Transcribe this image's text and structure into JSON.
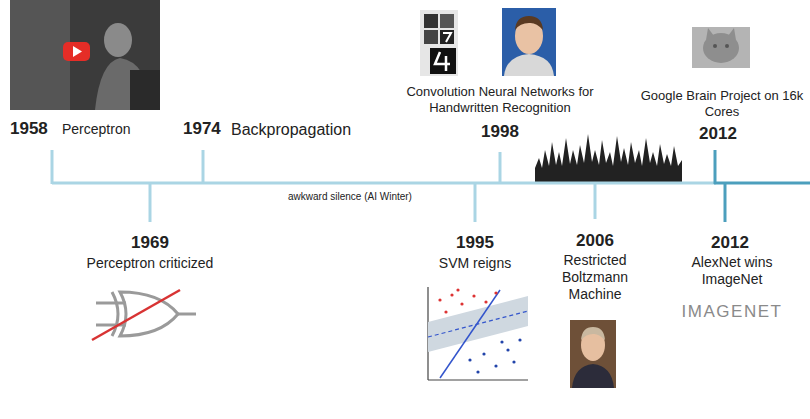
{
  "diagram": {
    "labels": [
      "1958",
      "Perceptron",
      "1974",
      "Backpropagation",
      "Convolution Neural Networks for Handwritten Recognition",
      "1998",
      "Google Brain Project on 16k Cores",
      "2012",
      "awkward silence (AI Winter)",
      "1969",
      "Perceptron criticized",
      "1995",
      "SVM reigns",
      "2006",
      "Restricted Boltzmann Machine",
      "2012",
      "AlexNet wins ImageNet",
      "IMAGENET"
    ]
  }
}
